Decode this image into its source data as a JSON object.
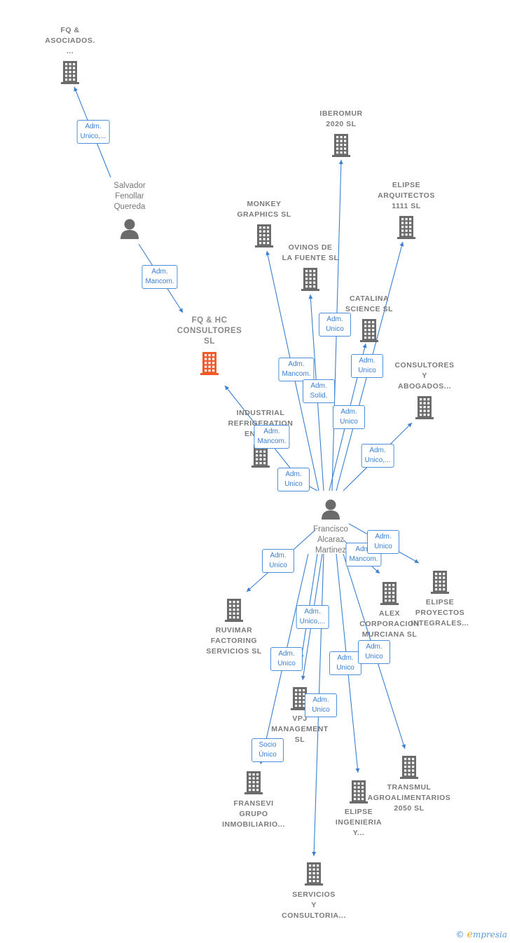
{
  "colors": {
    "edge": "#3a7fd0",
    "building": "#6b6b6b",
    "building_main": "#f05a28",
    "person": "#6b6b6b"
  },
  "persons": [
    {
      "id": "salvador",
      "label": "Salvador\nFenollar\nQuereda",
      "icon": "person-icon"
    },
    {
      "id": "francisco",
      "label": "Francisco\nAlcaraz\nMartinez",
      "icon": "person-icon"
    }
  ],
  "companies": [
    {
      "id": "fqasoc",
      "label": "FQ &\nASOCIADOS.\n...",
      "icon": "building-icon"
    },
    {
      "id": "fqhc",
      "label": "FQ & HC\nCONSULTORES\nSL",
      "icon": "building-icon",
      "main": true
    },
    {
      "id": "iberomur",
      "label": "IBEROMUR\n2020  SL",
      "icon": "building-icon"
    },
    {
      "id": "elipsearq",
      "label": "ELIPSE\nARQUITECTOS\n1111  SL",
      "icon": "building-icon"
    },
    {
      "id": "monkey",
      "label": "MONKEY\nGRAPHICS  SL",
      "icon": "building-icon"
    },
    {
      "id": "ovinos",
      "label": "OVINOS DE\nLA FUENTE  SL",
      "icon": "building-icon"
    },
    {
      "id": "catalina",
      "label": "CATALINA\nSCIENCE  SL",
      "icon": "building-icon"
    },
    {
      "id": "consultores",
      "label": "CONSULTORES\nY\nABOGADOS...",
      "icon": "building-icon"
    },
    {
      "id": "industrial",
      "label": "INDUSTRIAL\nREFRIGERATION\nENGIN...",
      "icon": "building-icon"
    },
    {
      "id": "ruvimar",
      "label": "RUVIMAR\nFACTORING\nSERVICIOS  SL",
      "icon": "building-icon"
    },
    {
      "id": "alex",
      "label": "ALEX\nCORPORACION\nMURCIANA SL",
      "icon": "building-icon"
    },
    {
      "id": "elipseproy",
      "label": "ELIPSE\nPROYECTOS\nINTEGRALES...",
      "icon": "building-icon"
    },
    {
      "id": "vpj",
      "label": "VPJ\nMANAGEMENT\nSL",
      "icon": "building-icon"
    },
    {
      "id": "fransevi",
      "label": "FRANSEVI\nGRUPO\nINMOBILIARIO...",
      "icon": "building-icon"
    },
    {
      "id": "elipseing",
      "label": "ELIPSE\nINGENIERIA\nY...",
      "icon": "building-icon"
    },
    {
      "id": "transmul",
      "label": "TRANSMUL\nAGROALIMENTARIOS\n2050  SL",
      "icon": "building-icon"
    },
    {
      "id": "servicios",
      "label": "SERVICIOS\nY\nCONSULTORIA...",
      "icon": "building-icon"
    }
  ],
  "edges": [
    {
      "from": "salvador",
      "to": "fqasoc",
      "label": "Adm.\nUnico,..."
    },
    {
      "from": "salvador",
      "to": "fqhc",
      "label": "Adm.\nMancom."
    },
    {
      "from": "francisco",
      "to": "iberomur",
      "label": "Adm.\nUnico"
    },
    {
      "from": "francisco",
      "to": "elipsearq",
      "label": "Adm.\nUnico"
    },
    {
      "from": "francisco",
      "to": "monkey",
      "label": "Adm.\nMancom."
    },
    {
      "from": "francisco",
      "to": "ovinos",
      "label": "Adm.\nSolid."
    },
    {
      "from": "francisco",
      "to": "catalina",
      "label": "Adm.\nUnico"
    },
    {
      "from": "francisco",
      "to": "consultores",
      "label": "Adm.\nUnico,..."
    },
    {
      "from": "francisco",
      "to": "fqhc",
      "label": "Adm.\nMancom."
    },
    {
      "from": "francisco",
      "to": "industrial",
      "label": "Adm.\nUnico"
    },
    {
      "from": "francisco",
      "to": "ruvimar",
      "label": "Adm.\nUnico"
    },
    {
      "from": "francisco",
      "to": "alex",
      "label": "Adm.\nMancom."
    },
    {
      "from": "francisco",
      "to": "elipseproy",
      "label": "Adm.\nUnico"
    },
    {
      "from": "francisco",
      "to": "vpj",
      "label": "Adm.\nUnico,..."
    },
    {
      "from": "francisco",
      "to": "fransevi",
      "label": "Socio\nÚnico"
    },
    {
      "from": "francisco",
      "to": "elipseing",
      "label": "Adm.\nUnico"
    },
    {
      "from": "francisco",
      "to": "transmul",
      "label": "Adm.\nUnico"
    },
    {
      "from": "francisco",
      "to": "servicios",
      "label": "Adm.\nUnico"
    },
    {
      "from": "francisco",
      "to": "vpj",
      "label": "Adm.\nUnico"
    }
  ],
  "footer": {
    "copyright": "©",
    "brand_initial": "e",
    "brand_rest": "mpresia"
  }
}
